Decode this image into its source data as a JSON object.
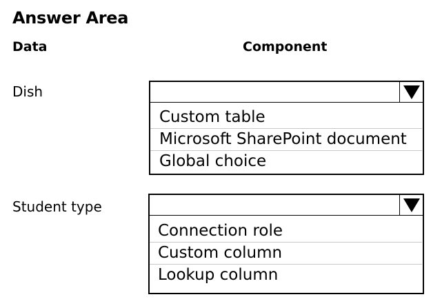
{
  "header": {
    "title": "Answer Area",
    "col_data": "Data",
    "col_component": "Component"
  },
  "rows": [
    {
      "label": "Dish",
      "selected": "",
      "toggle_icon": "caret-down-icon",
      "options": [
        "Custom table",
        "Microsoft SharePoint document",
        "Global choice"
      ]
    },
    {
      "label": "Student type",
      "selected": "",
      "toggle_icon": "caret-down-icon",
      "options": [
        "Connection role",
        "Custom column",
        "Lookup column"
      ]
    }
  ]
}
